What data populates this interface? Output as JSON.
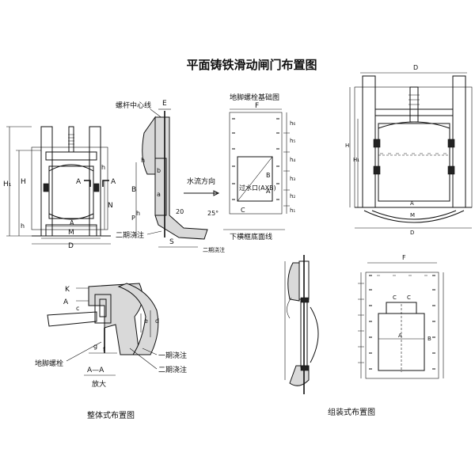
{
  "title": "平面铸铁滑动闸门布置图",
  "labels": {
    "anchor_foundation": "地脚螺栓基础图",
    "stem_center": "螺杆中心线",
    "flow_direction": "水流方向",
    "opening": "过水口(AXB)",
    "bottom_frame": "下横框底面线",
    "second_pour": "二期浇注",
    "second_pour_cut": "二期浇注",
    "anchor_bolt": "地脚螺栓",
    "first_pour": "一期浇注",
    "section_aa": "A—A",
    "enlarged": "放大",
    "integral_layout": "整体式布置图",
    "assembled_layout": "组装式布置图",
    "angle": "25°",
    "dim_20": "20"
  },
  "dims": {
    "H": "H",
    "H1": "H₁",
    "h": "h",
    "N": "N",
    "M": "M",
    "D": "D",
    "A": "A",
    "E": "E",
    "B": "B",
    "b": "b",
    "a": "a",
    "P": "P",
    "S": "S",
    "F": "F",
    "C": "C",
    "K": "K",
    "c": "c",
    "d": "d",
    "e": "e",
    "f": "f",
    "g": "g",
    "h1": "h₁",
    "h2": "h₂",
    "h3": "h₃",
    "h4": "h₄",
    "h5": "h₅",
    "h6": "h₆"
  }
}
